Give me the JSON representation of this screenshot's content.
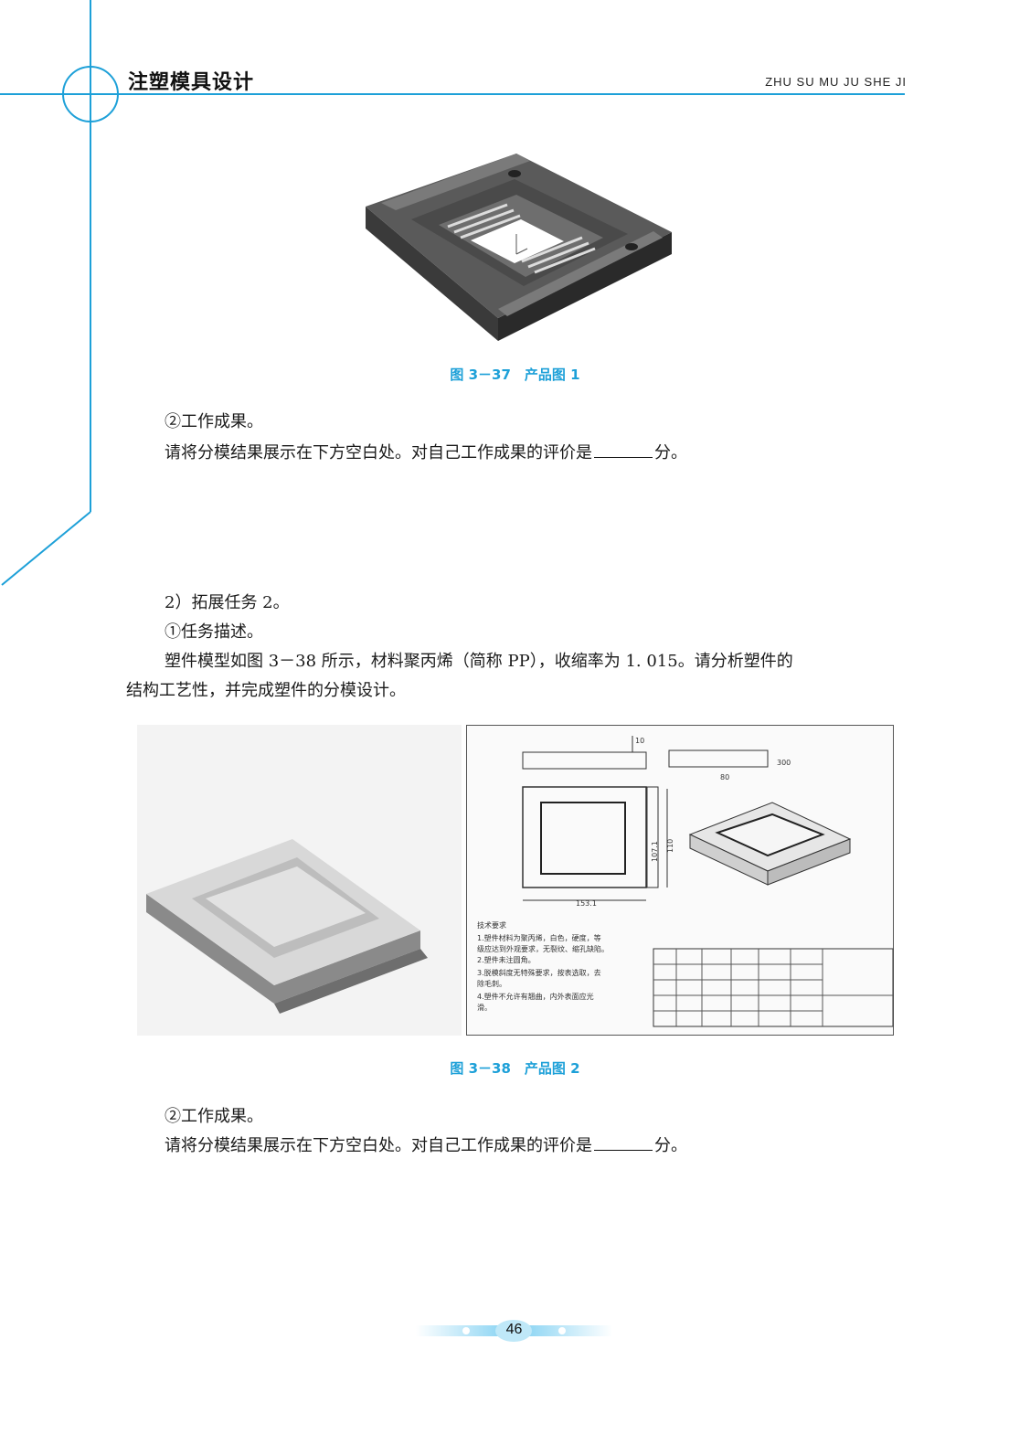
{
  "header": {
    "book_title": "注塑模具设计",
    "pinyin": "ZHU SU MU JU SHE JI"
  },
  "colors": {
    "accent": "#1da0d8",
    "part_dark": "#3c3c3c",
    "part_mid": "#6a6a6a"
  },
  "figure1": {
    "caption": "图 3－37　产品图 1"
  },
  "section1": {
    "work_result_title": "②工作成果。",
    "work_result_text_before": "请将分模结果展示在下方空白处。对自己工作成果的评价是",
    "work_result_text_after": "分。"
  },
  "task2": {
    "heading": "2）拓展任务 2。",
    "desc_title": "①任务描述。",
    "desc_line1": "塑件模型如图 3－38 所示，材料聚丙烯（简称 PP），收缩率为 1. 015。请分析塑件的",
    "desc_line2": "结构工艺性，并完成塑件的分模设计。"
  },
  "figure2": {
    "caption": "图 3－38　产品图 2",
    "dim_10": "10",
    "dim_110": "110",
    "dim_107": "107.1",
    "dim_153": "153.1",
    "dim_80": "80",
    "dim_300": "300",
    "tech_req_title": "技术要求",
    "tech_req_1": "1.塑件材料为聚丙烯，白色，硬度，等",
    "tech_req_1b": "级应达到外观要求，无裂纹、缩孔缺陷。",
    "tech_req_2": "2.塑件未注圆角。",
    "tech_req_3": "3.脱模斜度无特殊要求，按表选取，去",
    "tech_req_3b": "除毛刺。",
    "tech_req_4": "4.塑件不允许有翘曲，内外表面应光",
    "tech_req_4b": "滑。"
  },
  "section2": {
    "work_result_title": "②工作成果。",
    "work_result_text_before": "请将分模结果展示在下方空白处。对自己工作成果的评价是",
    "work_result_text_after": "分。"
  },
  "footer": {
    "page_number": "46"
  }
}
